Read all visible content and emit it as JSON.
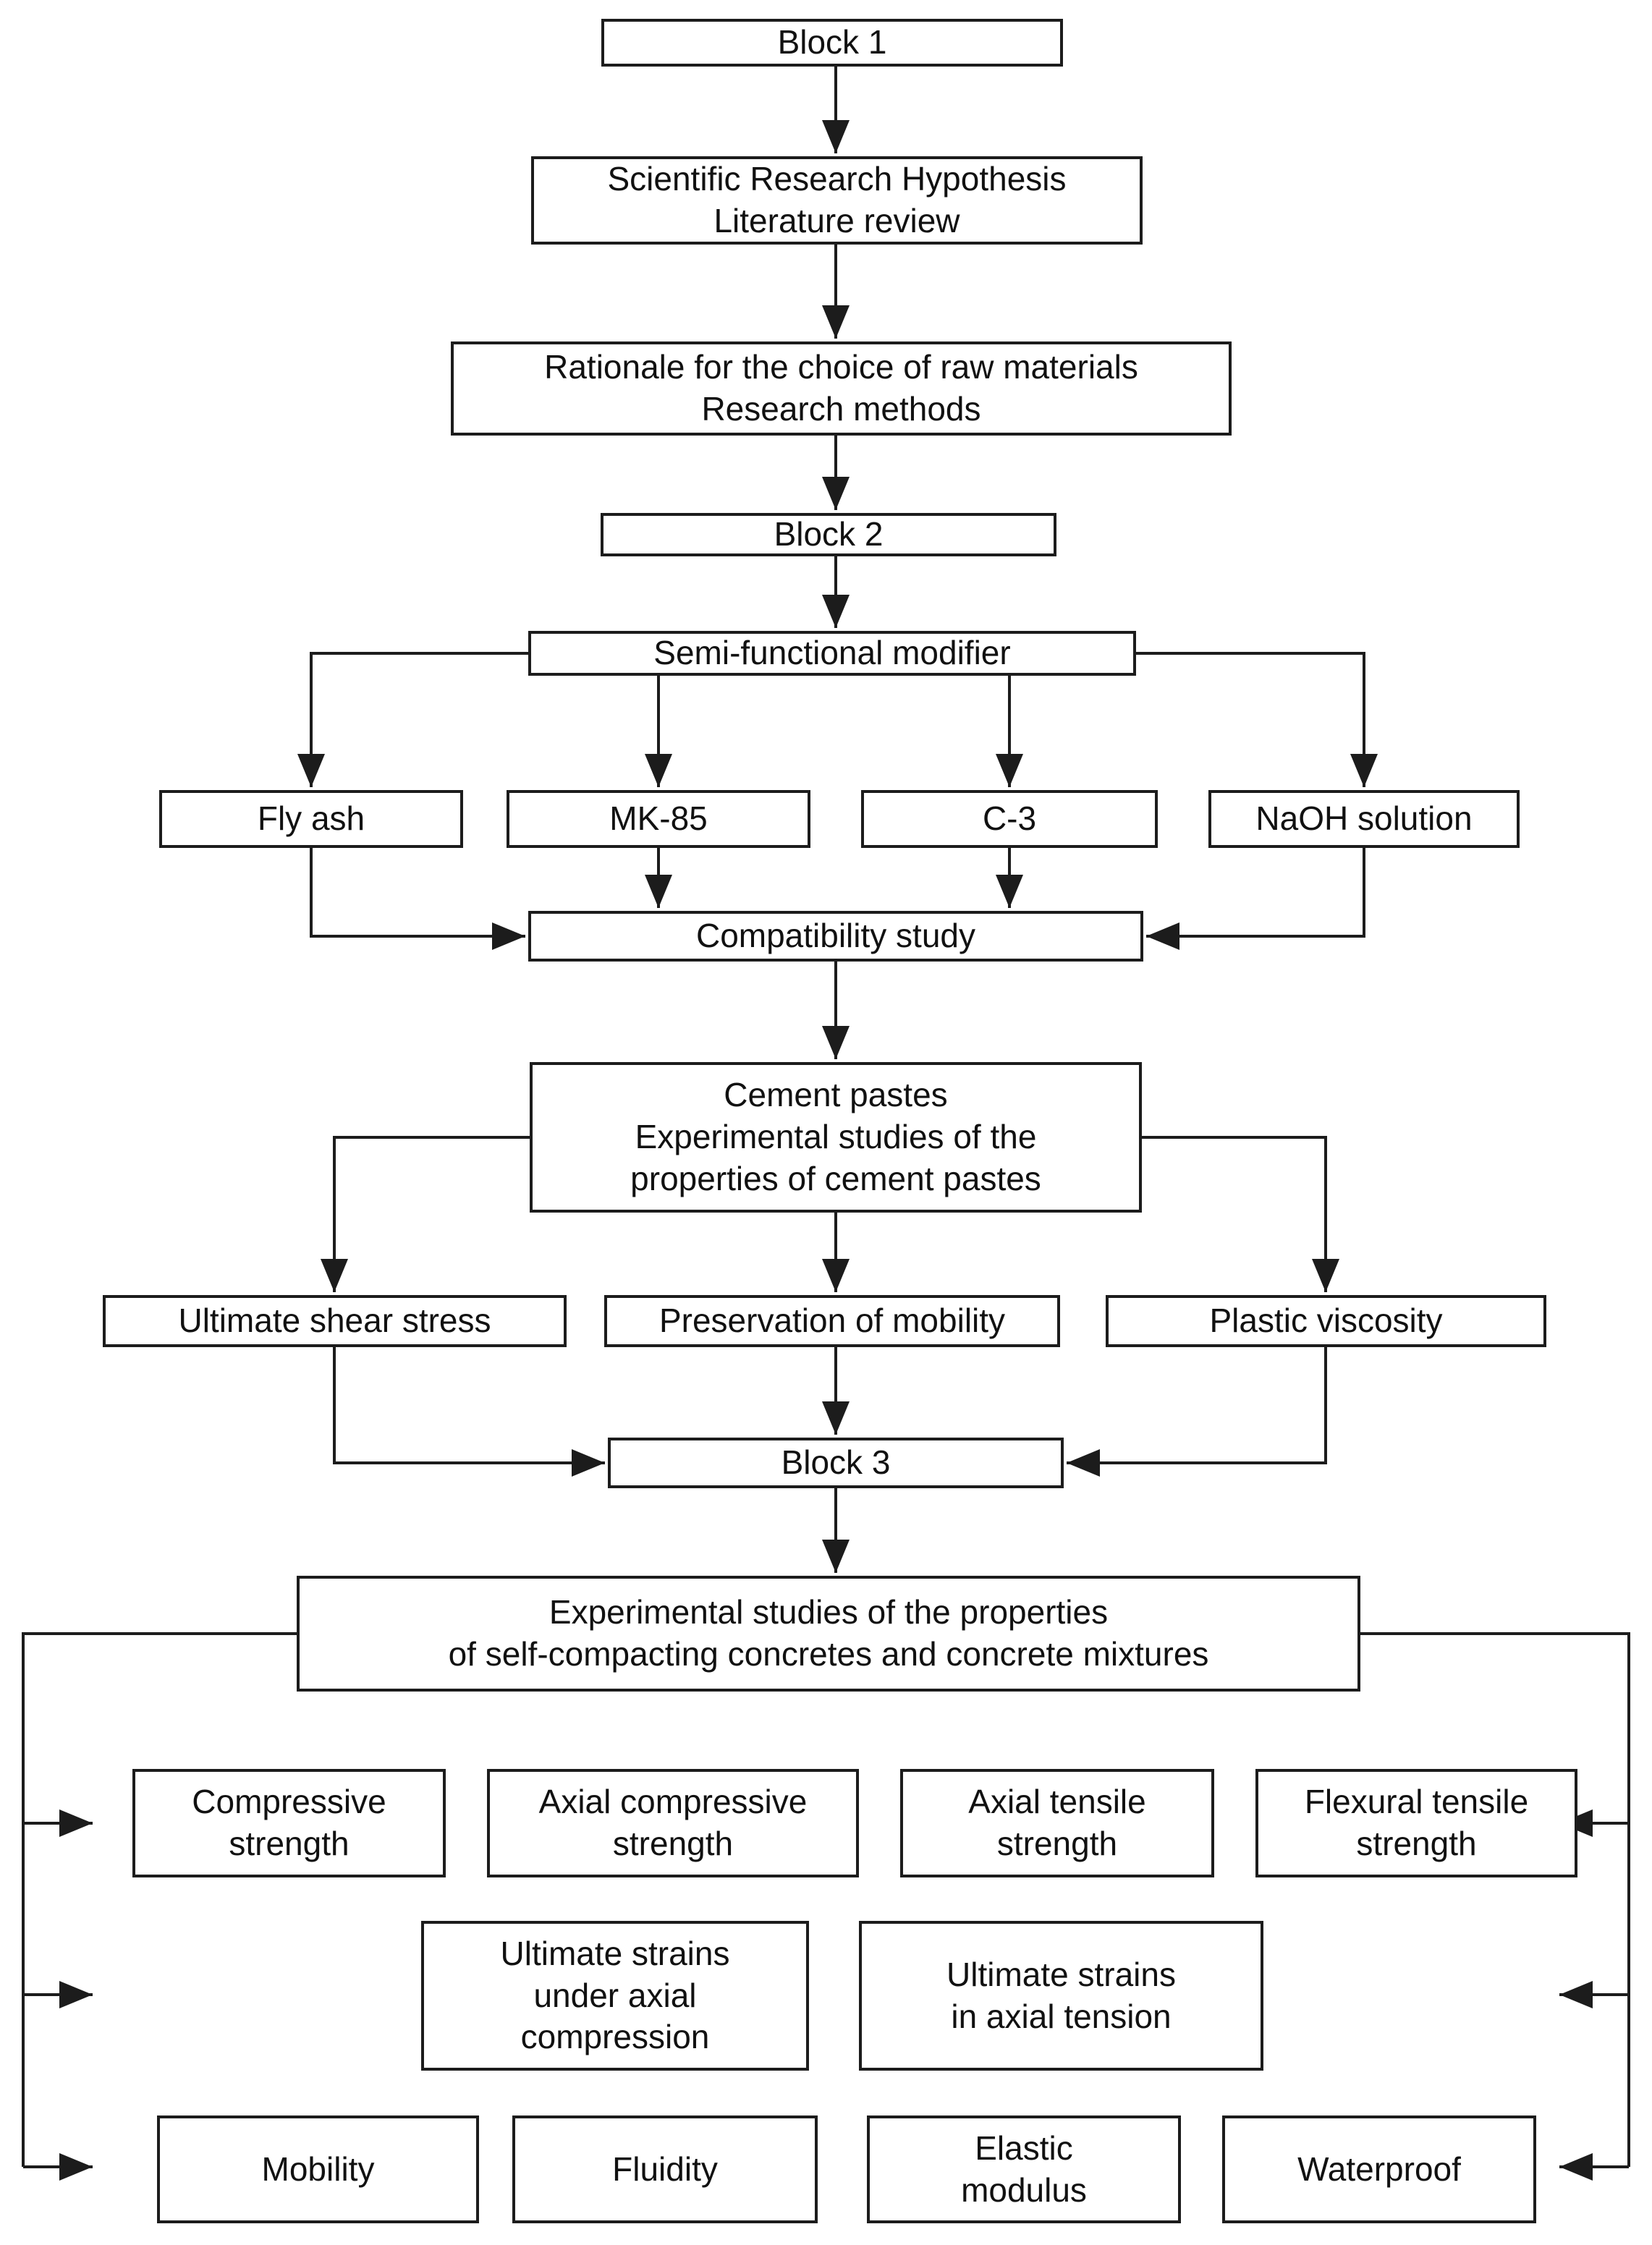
{
  "diagram": {
    "type": "flowchart",
    "colors": {
      "background": "#ffffff",
      "box_fill": "#ffffff",
      "box_border": "#1c1c1c",
      "line": "#1c1c1c",
      "text": "#111111"
    },
    "nodes": {
      "block1": {
        "label": "Block 1"
      },
      "hypothesis": {
        "label": "Scientific Research Hypothesis\nLiterature review"
      },
      "rationale": {
        "label": "Rationale for the choice of raw materials\nResearch methods"
      },
      "block2": {
        "label": "Block 2"
      },
      "modifier": {
        "label": "Semi-functional modifier"
      },
      "fly_ash": {
        "label": "Fly ash"
      },
      "mk85": {
        "label": "MK-85"
      },
      "c3": {
        "label": "C-3"
      },
      "naoh": {
        "label": "NaOH solution"
      },
      "compatibility": {
        "label": "Compatibility study"
      },
      "cement_pastes": {
        "label": "Cement pastes\nExperimental studies of the\nproperties of cement pastes"
      },
      "shear_stress": {
        "label": "Ultimate shear stress"
      },
      "preservation_mobility": {
        "label": "Preservation of mobility"
      },
      "plastic_viscosity": {
        "label": "Plastic viscosity"
      },
      "block3": {
        "label": "Block 3"
      },
      "scc_studies": {
        "label": "Experimental studies of the properties\nof self-compacting concretes and concrete mixtures"
      },
      "compressive": {
        "label": "Compressive\nstrength"
      },
      "axial_compressive": {
        "label": "Axial compressive\nstrength"
      },
      "axial_tensile": {
        "label": "Axial tensile\nstrength"
      },
      "flexural_tensile": {
        "label": "Flexural tensile\nstrength"
      },
      "strains_compression": {
        "label": "Ultimate strains\nunder axial\ncompression"
      },
      "strains_tension": {
        "label": "Ultimate strains\nin axial tension"
      },
      "mobility": {
        "label": "Mobility"
      },
      "fluidity": {
        "label": "Fluidity"
      },
      "elastic_modulus": {
        "label": "Elastic\nmodulus"
      },
      "waterproof": {
        "label": "Waterproof"
      }
    },
    "edges": [
      {
        "from": "block1",
        "to": "hypothesis"
      },
      {
        "from": "hypothesis",
        "to": "rationale"
      },
      {
        "from": "rationale",
        "to": "block2"
      },
      {
        "from": "block2",
        "to": "modifier"
      },
      {
        "from": "modifier",
        "to": "fly_ash"
      },
      {
        "from": "modifier",
        "to": "mk85"
      },
      {
        "from": "modifier",
        "to": "c3"
      },
      {
        "from": "modifier",
        "to": "naoh"
      },
      {
        "from": "fly_ash",
        "to": "compatibility"
      },
      {
        "from": "mk85",
        "to": "compatibility"
      },
      {
        "from": "c3",
        "to": "compatibility"
      },
      {
        "from": "naoh",
        "to": "compatibility"
      },
      {
        "from": "compatibility",
        "to": "cement_pastes"
      },
      {
        "from": "cement_pastes",
        "to": "shear_stress"
      },
      {
        "from": "cement_pastes",
        "to": "preservation_mobility"
      },
      {
        "from": "cement_pastes",
        "to": "plastic_viscosity"
      },
      {
        "from": "shear_stress",
        "to": "block3"
      },
      {
        "from": "preservation_mobility",
        "to": "block3"
      },
      {
        "from": "plastic_viscosity",
        "to": "block3"
      },
      {
        "from": "block3",
        "to": "scc_studies"
      },
      {
        "from": "scc_studies",
        "to": "compressive"
      },
      {
        "from": "scc_studies",
        "to": "axial_compressive"
      },
      {
        "from": "scc_studies",
        "to": "axial_tensile"
      },
      {
        "from": "scc_studies",
        "to": "flexural_tensile"
      },
      {
        "from": "scc_studies",
        "to": "strains_compression"
      },
      {
        "from": "scc_studies",
        "to": "strains_tension"
      },
      {
        "from": "scc_studies",
        "to": "mobility"
      },
      {
        "from": "scc_studies",
        "to": "fluidity"
      },
      {
        "from": "scc_studies",
        "to": "elastic_modulus"
      },
      {
        "from": "scc_studies",
        "to": "waterproof"
      }
    ]
  }
}
